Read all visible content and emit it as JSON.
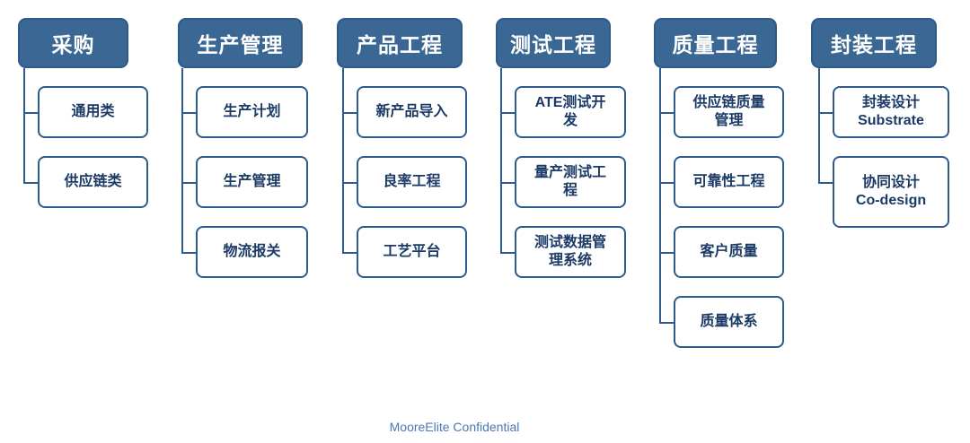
{
  "page": {
    "footer": "MooreElite Confidential"
  },
  "colors": {
    "header-bg": "#3a6793",
    "header-border": "#2d5a89",
    "header-text": "#ffffff",
    "box-border": "#2e5b8c",
    "box-text": "#1b3a66",
    "line": "#2e5b8c",
    "footer-text": "#4a79b4",
    "page-bg": "#ffffff"
  },
  "diagram": {
    "type": "tree",
    "columns": [
      {
        "title": "采购",
        "children": [
          "通用类",
          "供应链类"
        ]
      },
      {
        "title": "生产管理",
        "children": [
          "生产计划",
          "生产管理",
          "物流报关"
        ]
      },
      {
        "title": "产品工程",
        "children": [
          "新产品导入",
          "良率工程",
          "工艺平台"
        ]
      },
      {
        "title": "测试工程",
        "children": [
          "ATE测试开\n发",
          "量产测试工\n程",
          "测试数据管\n理系统"
        ]
      },
      {
        "title": "质量工程",
        "children": [
          "供应链质量\n管理",
          "可靠性工程",
          "客户质量",
          "质量体系"
        ]
      },
      {
        "title": "封装工程",
        "children": [
          "封装设计\nSubstrate",
          "协同设计\nCo-design"
        ]
      }
    ]
  }
}
